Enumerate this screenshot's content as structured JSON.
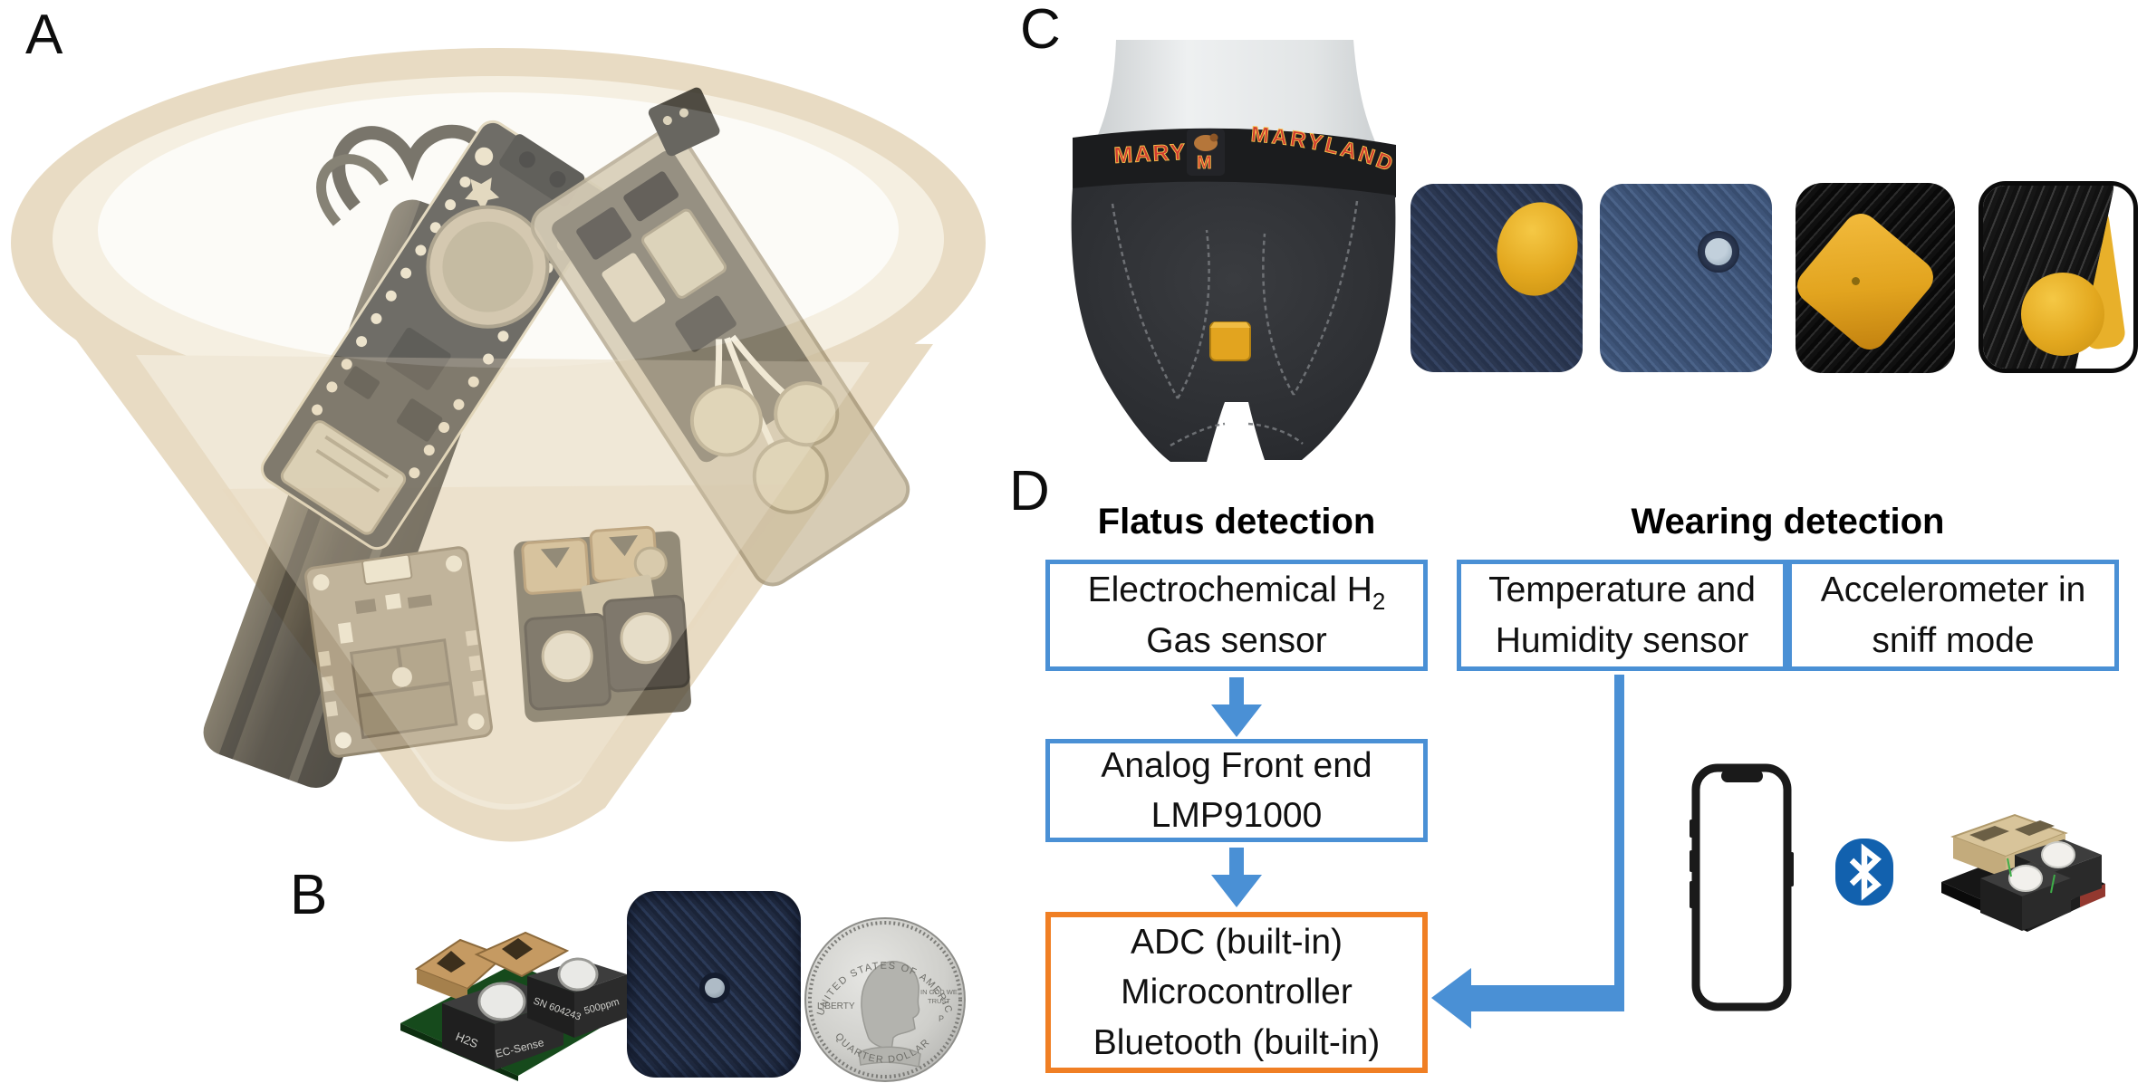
{
  "panels": {
    "a": "A",
    "b": "B",
    "c": "C",
    "d": "D"
  },
  "panel_c": {
    "waistband_left": "MARY",
    "waistband_logo_letter": "M",
    "waistband_right": "MARYLAND"
  },
  "panel_b": {
    "coin": {
      "top_text": "UNITED STATES OF AMERICA",
      "bottom_text": "QUARTER DOLLAR",
      "left_text": "LIBERTY",
      "motto_line1": "IN GOD WE",
      "motto_line2": "TRUST",
      "mint_mark": "P"
    },
    "sensor": {
      "label_h2s": "H2S",
      "label_brand": "EC-Sense",
      "label_serial": "SN 604243",
      "label_ppm": "500ppm"
    }
  },
  "panel_d": {
    "heading_flatus": "Flatus detection",
    "heading_wearing": "Wearing detection",
    "box_electrochemical_line1": "Electrochemical H",
    "box_electrochemical_sub": "2",
    "box_electrochemical_line2": "Gas sensor",
    "box_temp_line1": "Temperature and",
    "box_temp_line2": "Humidity sensor",
    "box_accel_line1": "Accelerometer in",
    "box_accel_line2": "sniff mode",
    "box_afe_line1": "Analog Front end",
    "box_afe_line2": "LMP91000",
    "box_adc_line1": "ADC (built-in)",
    "box_adc_line2": "Microcontroller",
    "box_adc_line3": "Bluetooth (built-in)",
    "colors": {
      "accent_blue": "#4a90d5",
      "accent_orange": "#f07f24",
      "bluetooth_blue": "#1261ae"
    }
  }
}
